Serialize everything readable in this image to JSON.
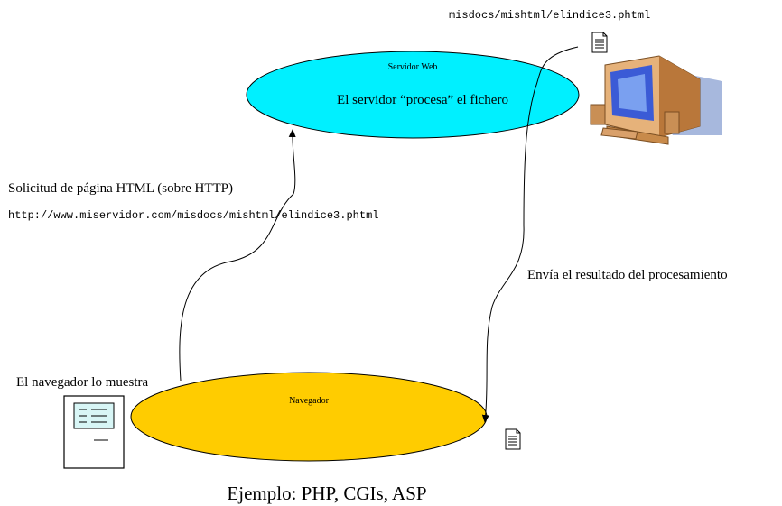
{
  "top_path": "misdocs/mishtml/elindice3.phtml",
  "server": {
    "title": "Servidor Web",
    "caption": "El servidor “procesa” el fichero",
    "color": "#00f0ff"
  },
  "request": {
    "label": "Solicitud de página HTML (sobre HTTP)",
    "url": "http://www.miservidor.com/misdocs/mishtml/elindice3.phtml"
  },
  "response": {
    "label": "Envía el resultado del procesamiento"
  },
  "browser": {
    "title": "Navegador",
    "shows_label": "El navegador lo muestra",
    "color": "#ffcc00"
  },
  "footer": "Ejemplo: PHP, CGIs, ASP",
  "icons": {
    "server_computer": "computer-icon",
    "document_top": "document-icon",
    "document_bottom": "document-icon",
    "browser_window": "browser-window-icon"
  }
}
